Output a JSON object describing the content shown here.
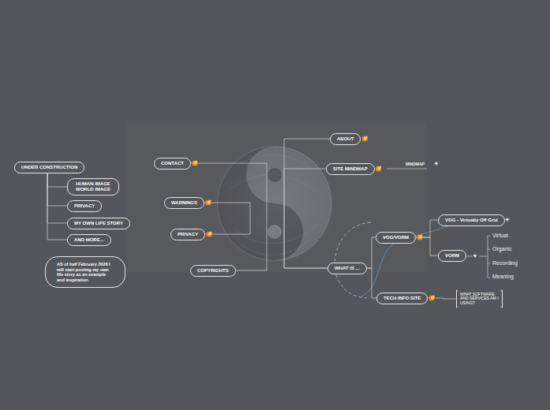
{
  "diagram": {
    "nodes": [
      {
        "text": [
          "UNDER CONSTRUCTION"
        ]
      },
      {
        "text": [
          "HUMAN IMAGE WORLD IMAGE"
        ]
      },
      {
        "text": [
          "PRIVACY"
        ]
      },
      {
        "text": [
          "MY OWN LIFE STORY"
        ]
      },
      {
        "text": [
          "AND MORE..."
        ]
      },
      {
        "text": [
          "AS of half February 2026 I will start posting my own life story as an example and inspiration."
        ]
      },
      {
        "text": [
          "CONTACT"
        ]
      },
      {
        "text": [
          "WARNINGS"
        ]
      },
      {
        "text": [
          "PRIVACY"
        ]
      },
      {
        "text": [
          "COPYRIGHTS"
        ]
      },
      {
        "text": [
          "ABOUT"
        ]
      },
      {
        "text": [
          "SITE MINDMAP"
        ]
      },
      {
        "text": [
          "WHAT IS ..."
        ]
      },
      {
        "text": [
          "VOG/VORM"
        ]
      },
      {
        "text": [
          "TECH INFO SITE"
        ]
      },
      {
        "text": [
          "VOG - Virtually Off Grid"
        ]
      },
      {
        "text": [
          "VORM"
        ]
      },
      {
        "text": [
          "WHAT SOFTWARE AND SERVICES AM I USING?"
        ]
      }
    ],
    "edges": [
      {
        "from": 0,
        "to": 1,
        "arrow": "none"
      },
      {
        "from": 0,
        "to": 2,
        "arrow": "none"
      },
      {
        "from": 0,
        "to": 3,
        "arrow": "none"
      },
      {
        "from": 0,
        "to": 4,
        "arrow": "none"
      },
      {
        "from": 6,
        "to": 9,
        "arrow": "none"
      },
      {
        "from": 7,
        "to": 8,
        "arrow": "none"
      },
      {
        "from": 10,
        "to": 12,
        "arrow": "none"
      },
      {
        "from": 11,
        "to": 12,
        "arrow": "none"
      },
      {
        "from": 12,
        "to": 13,
        "arrow": "none"
      },
      {
        "from": 12,
        "to": 14,
        "arrow": "none"
      },
      {
        "from": 13,
        "to": 15,
        "arrow": "none"
      },
      {
        "from": 13,
        "to": 16,
        "arrow": "none"
      },
      {
        "from": 14,
        "to": 17,
        "arrow": "none"
      }
    ],
    "labels": [
      "MINDMAP",
      "Virtual",
      "Organic",
      "Recording",
      "Meaning"
    ]
  }
}
